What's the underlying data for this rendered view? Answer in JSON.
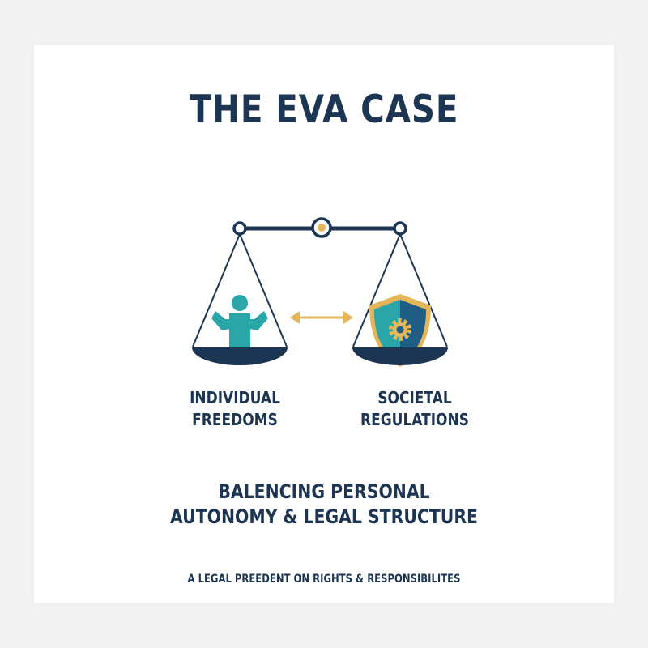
{
  "poster": {
    "title": "THE EVA CASE",
    "left_label": [
      "INDIVIDUAL",
      "FREEDOMS"
    ],
    "right_label": [
      "SOCIETAL",
      "REGULATIONS"
    ],
    "tagline": [
      "BALENCING PERSONAL",
      "AUTONOMY & LEGAL STRUCTURE"
    ],
    "footnote": "A LEGAL PREEDENT ON RIGHTS & RESPONSIBILITES"
  },
  "icons": {
    "scale": "balance-scale-icon",
    "person": "person-icon",
    "shield": "shield-gear-icon",
    "arrow": "double-arrow-icon"
  },
  "colors": {
    "navy": "#1c3553",
    "teal": "#2aa5a8",
    "gold": "#e3b65a",
    "shield_blue": "#1f5f86"
  }
}
